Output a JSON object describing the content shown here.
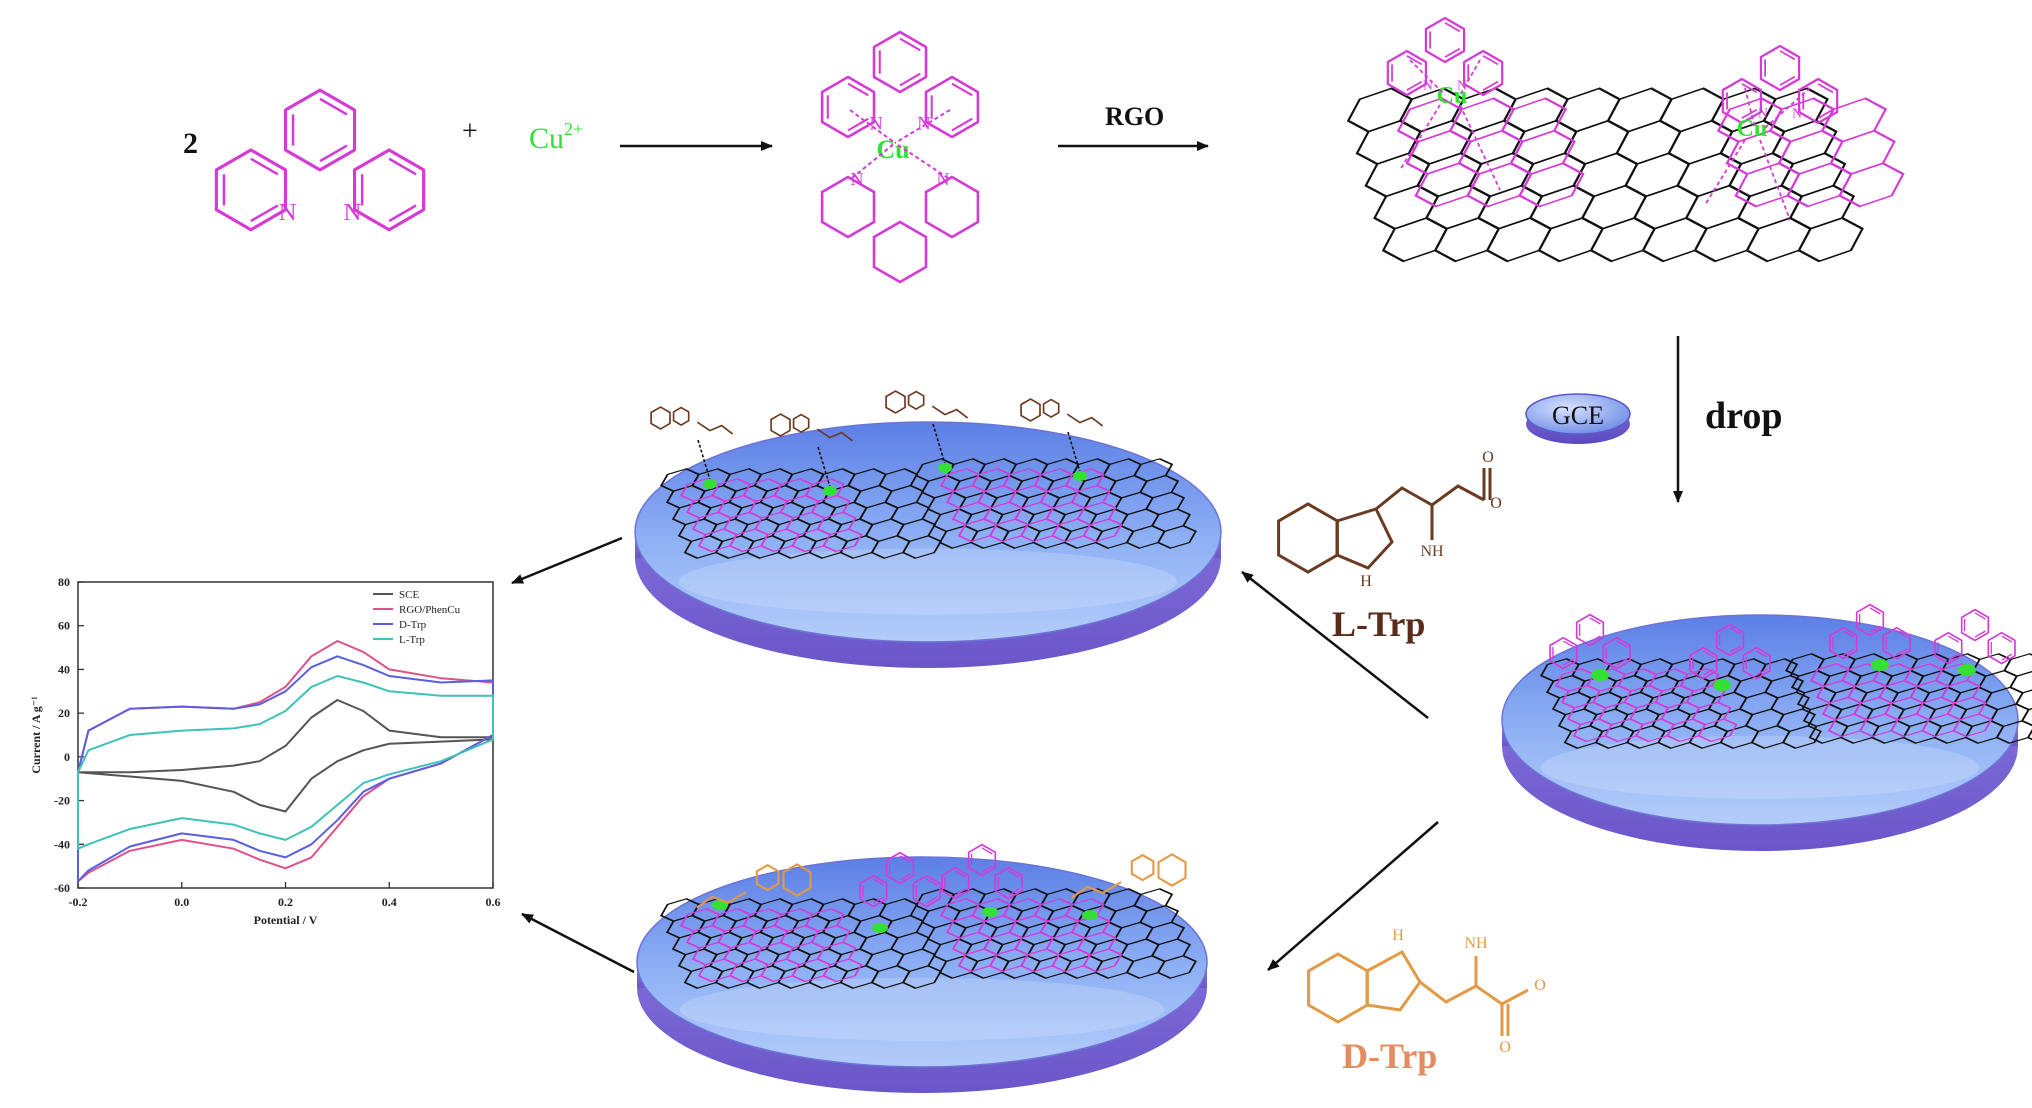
{
  "scheme": {
    "coefficient": "2",
    "plus": "+",
    "cu_ion_base": "Cu",
    "cu_ion_charge": "2+",
    "ring_atom_n": "N",
    "cu_atom": "Cu",
    "nh_label": "NH",
    "h_label": "H",
    "o_label": "O",
    "arrow_rgo_label": "RGO",
    "gce_label": "GCE",
    "drop_label": "drop",
    "l_trp_label": "L-Trp",
    "d_trp_label": "D-Trp"
  },
  "colors": {
    "magenta": "#d63ad6",
    "green": "#33e033",
    "black": "#111111",
    "brown": "#6a3a22",
    "orange": "#e39a45",
    "d_trp_text": "#e58b62",
    "l_trp_text": "#5a2a1a",
    "disk_top": "#6f8ee8",
    "disk_edge": "#7a6fd6"
  },
  "chart_data": {
    "type": "line",
    "title": "",
    "xlabel": "Potential / V",
    "ylabel": "Current / A g⁻¹",
    "xlim": [
      -0.2,
      0.6
    ],
    "ylim": [
      -60,
      80
    ],
    "xticks": [
      -0.2,
      0.0,
      0.2,
      0.4,
      0.6
    ],
    "yticks": [
      -60,
      -40,
      -20,
      0,
      20,
      40,
      60,
      80
    ],
    "grid": false,
    "legend_position": "top-right",
    "series": [
      {
        "name": "SCE",
        "color": "#555555",
        "x": [
          -0.2,
          -0.1,
          0.0,
          0.1,
          0.15,
          0.2,
          0.25,
          0.3,
          0.35,
          0.4,
          0.5,
          0.6,
          0.6,
          0.5,
          0.4,
          0.35,
          0.3,
          0.25,
          0.2,
          0.15,
          0.1,
          0.0,
          -0.1,
          -0.2
        ],
        "y": [
          -7,
          -7,
          -6,
          -4,
          -2,
          5,
          18,
          26,
          21,
          12,
          9,
          9,
          8,
          7,
          6,
          3,
          -2,
          -10,
          -25,
          -22,
          -16,
          -11,
          -9,
          -7
        ]
      },
      {
        "name": "RGO/PhenCu",
        "color": "#e0508a",
        "x": [
          -0.2,
          -0.18,
          -0.1,
          0.0,
          0.1,
          0.15,
          0.2,
          0.25,
          0.3,
          0.35,
          0.4,
          0.5,
          0.6,
          0.6,
          0.5,
          0.4,
          0.35,
          0.3,
          0.25,
          0.2,
          0.15,
          0.1,
          0.0,
          -0.1,
          -0.18,
          -0.2
        ],
        "y": [
          -7,
          12,
          22,
          23,
          22,
          25,
          32,
          46,
          53,
          48,
          40,
          36,
          34,
          10,
          -3,
          -10,
          -18,
          -32,
          -46,
          -51,
          -47,
          -42,
          -38,
          -43,
          -53,
          -57
        ]
      },
      {
        "name": "D-Trp",
        "color": "#5a5ee0",
        "x": [
          -0.2,
          -0.18,
          -0.1,
          0.0,
          0.1,
          0.15,
          0.2,
          0.25,
          0.3,
          0.35,
          0.4,
          0.5,
          0.6,
          0.6,
          0.5,
          0.4,
          0.35,
          0.3,
          0.25,
          0.2,
          0.15,
          0.1,
          0.0,
          -0.1,
          -0.18,
          -0.2
        ],
        "y": [
          -7,
          12,
          22,
          23,
          22,
          24,
          30,
          41,
          46,
          42,
          37,
          34,
          35,
          10,
          -3,
          -10,
          -16,
          -29,
          -40,
          -46,
          -43,
          -38,
          -35,
          -41,
          -52,
          -57
        ]
      },
      {
        "name": "L-Trp",
        "color": "#3fc2b8",
        "x": [
          -0.2,
          -0.18,
          -0.1,
          0.0,
          0.1,
          0.15,
          0.2,
          0.25,
          0.3,
          0.35,
          0.4,
          0.5,
          0.6,
          0.6,
          0.5,
          0.4,
          0.35,
          0.3,
          0.25,
          0.2,
          0.15,
          0.1,
          0.0,
          -0.1,
          -0.18,
          -0.2
        ],
        "y": [
          -7,
          3,
          10,
          12,
          13,
          15,
          21,
          32,
          37,
          34,
          30,
          28,
          28,
          8,
          -2,
          -8,
          -12,
          -22,
          -32,
          -38,
          -35,
          -31,
          -28,
          -33,
          -40,
          -42
        ]
      }
    ]
  }
}
